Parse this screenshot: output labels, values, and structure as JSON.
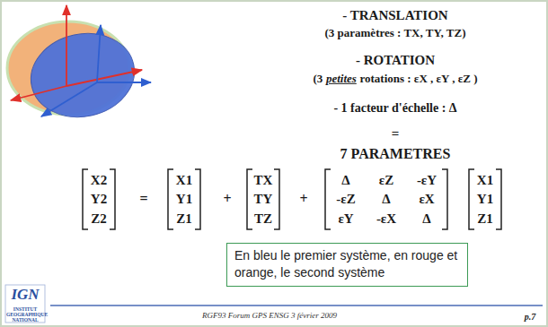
{
  "diagram": {
    "nodes": [
      {
        "text": [
          "En bleu le premier système, en rouge et orange, le second système"
        ]
      }
    ],
    "labels": [
      "- TRANSLATION",
      "(3 paramètres : TX, TY, TZ)",
      "- ROTATION",
      "(3",
      "petites",
      "rotations : εX , εY , εZ )",
      "- 1 facteur d'échelle : Δ",
      "=",
      "7 PARAMETRES",
      "X2",
      "Y2",
      "Z2",
      "=",
      "X1",
      "Y1",
      "Z1",
      "+",
      "TX",
      "TY",
      "TZ",
      "+",
      "Δ",
      "εZ",
      "-εY",
      "-εZ",
      "Δ",
      "εX",
      "εY",
      "-εX",
      "Δ",
      "X1",
      "Y1",
      "Z1",
      "IGN",
      "INSTITUT GEOGRAPHIQUE NATIONAL",
      "RGF93 Forum GPS ENSG 3 février 2009",
      "p.7"
    ]
  }
}
